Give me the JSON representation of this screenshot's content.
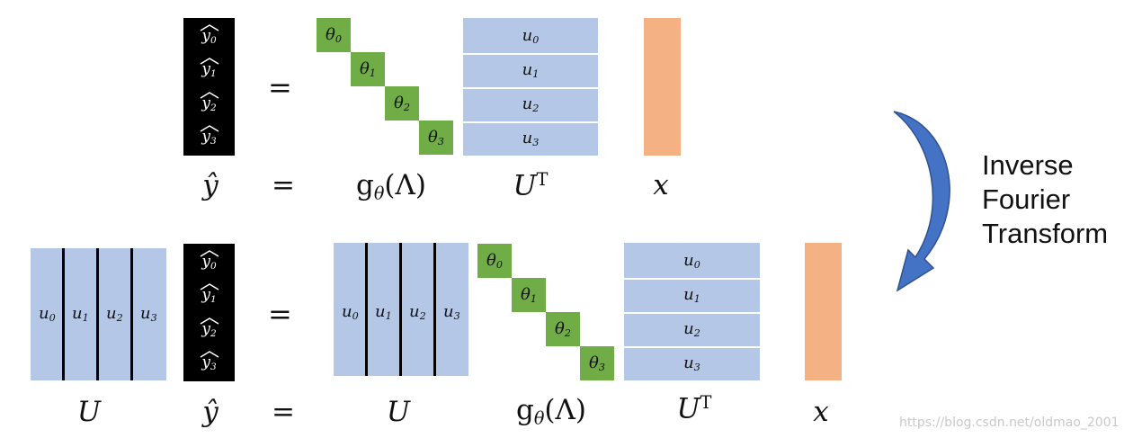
{
  "top": {
    "yhat_column": [
      "y0",
      "y1",
      "y2",
      "y3"
    ],
    "equals": "=",
    "thetas": [
      "θ0",
      "θ1",
      "θ2",
      "θ3"
    ],
    "ut_rows": [
      "u0",
      "u1",
      "u2",
      "u3"
    ],
    "labels": {
      "yhat": "ŷ",
      "equals": "=",
      "g": "g",
      "g_sub": "θ",
      "g_arg": "(Λ)",
      "ut": "U",
      "ut_sup": "T",
      "x": "x"
    }
  },
  "bottom": {
    "u_cols": [
      "u0",
      "u1",
      "u2",
      "u3"
    ],
    "yhat_column": [
      "y0",
      "y1",
      "y2",
      "y3"
    ],
    "equals": "=",
    "u2_cols": [
      "u0",
      "u1",
      "u2",
      "u3"
    ],
    "thetas": [
      "θ0",
      "θ1",
      "θ2",
      "θ3"
    ],
    "ut_rows": [
      "u0",
      "u1",
      "u2",
      "u3"
    ],
    "labels": {
      "u": "U",
      "yhat": "ŷ",
      "equals": "=",
      "u2": "U",
      "g": "g",
      "g_sub": "θ",
      "g_arg": "(Λ)",
      "ut": "U",
      "ut_sup": "T",
      "x": "x"
    }
  },
  "arrow_text": [
    "Inverse",
    "Fourier",
    "Transform"
  ],
  "colors": {
    "theta": "#70ad47",
    "u_blue": "#b4c7e7",
    "x_orange": "#f4b183",
    "arrow": "#4472c4"
  },
  "watermark": "https://blog.csdn.net/oldmao_2001"
}
